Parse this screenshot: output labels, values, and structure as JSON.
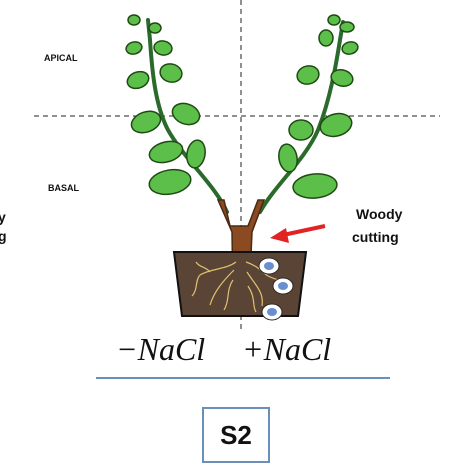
{
  "labels": {
    "apical": "APICAL",
    "basal": "BASAL",
    "left_partial_top": "y",
    "left_partial_bottom": "g",
    "woody_line1": "Woody",
    "woody_line2": "cutting",
    "minus_nacl": "−NaCl",
    "plus_nacl": "+NaCl",
    "panel_label": "S2"
  },
  "colors": {
    "leaf_fill": "#5cbf4a",
    "leaf_stroke": "#1f4a14",
    "stem": "#2a6a2a",
    "woody_cutting": "#8a4a22",
    "pot_fill": "#5a4436",
    "roots": "#e0c070",
    "salt_dot_fill": "#ffffff",
    "salt_dot_core": "#6a8fd0",
    "arrow": "#e02424",
    "separator": "#6a8fb8",
    "panel_box_border": "#6a8fb8"
  }
}
